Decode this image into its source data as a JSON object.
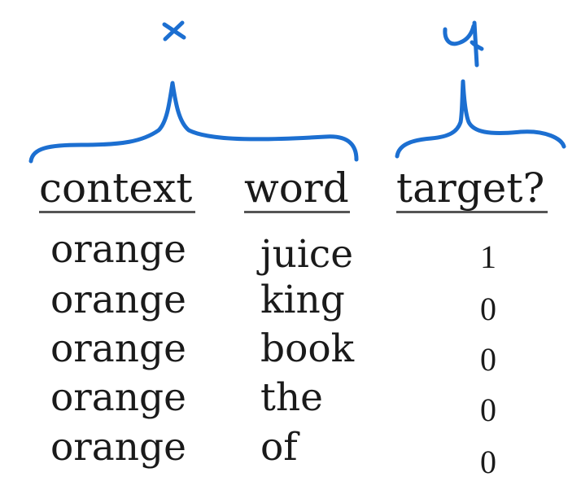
{
  "annotations": {
    "x_label": "x",
    "y_label": "y",
    "ink_color": "#1c6fd1"
  },
  "table": {
    "headers": [
      "context",
      "word",
      "target?"
    ],
    "rows": [
      [
        "orange",
        "juice",
        "1"
      ],
      [
        "orange",
        "king",
        "0"
      ],
      [
        "orange",
        "book",
        "0"
      ],
      [
        "orange",
        "the",
        "0"
      ],
      [
        "orange",
        "of",
        "0"
      ]
    ]
  }
}
